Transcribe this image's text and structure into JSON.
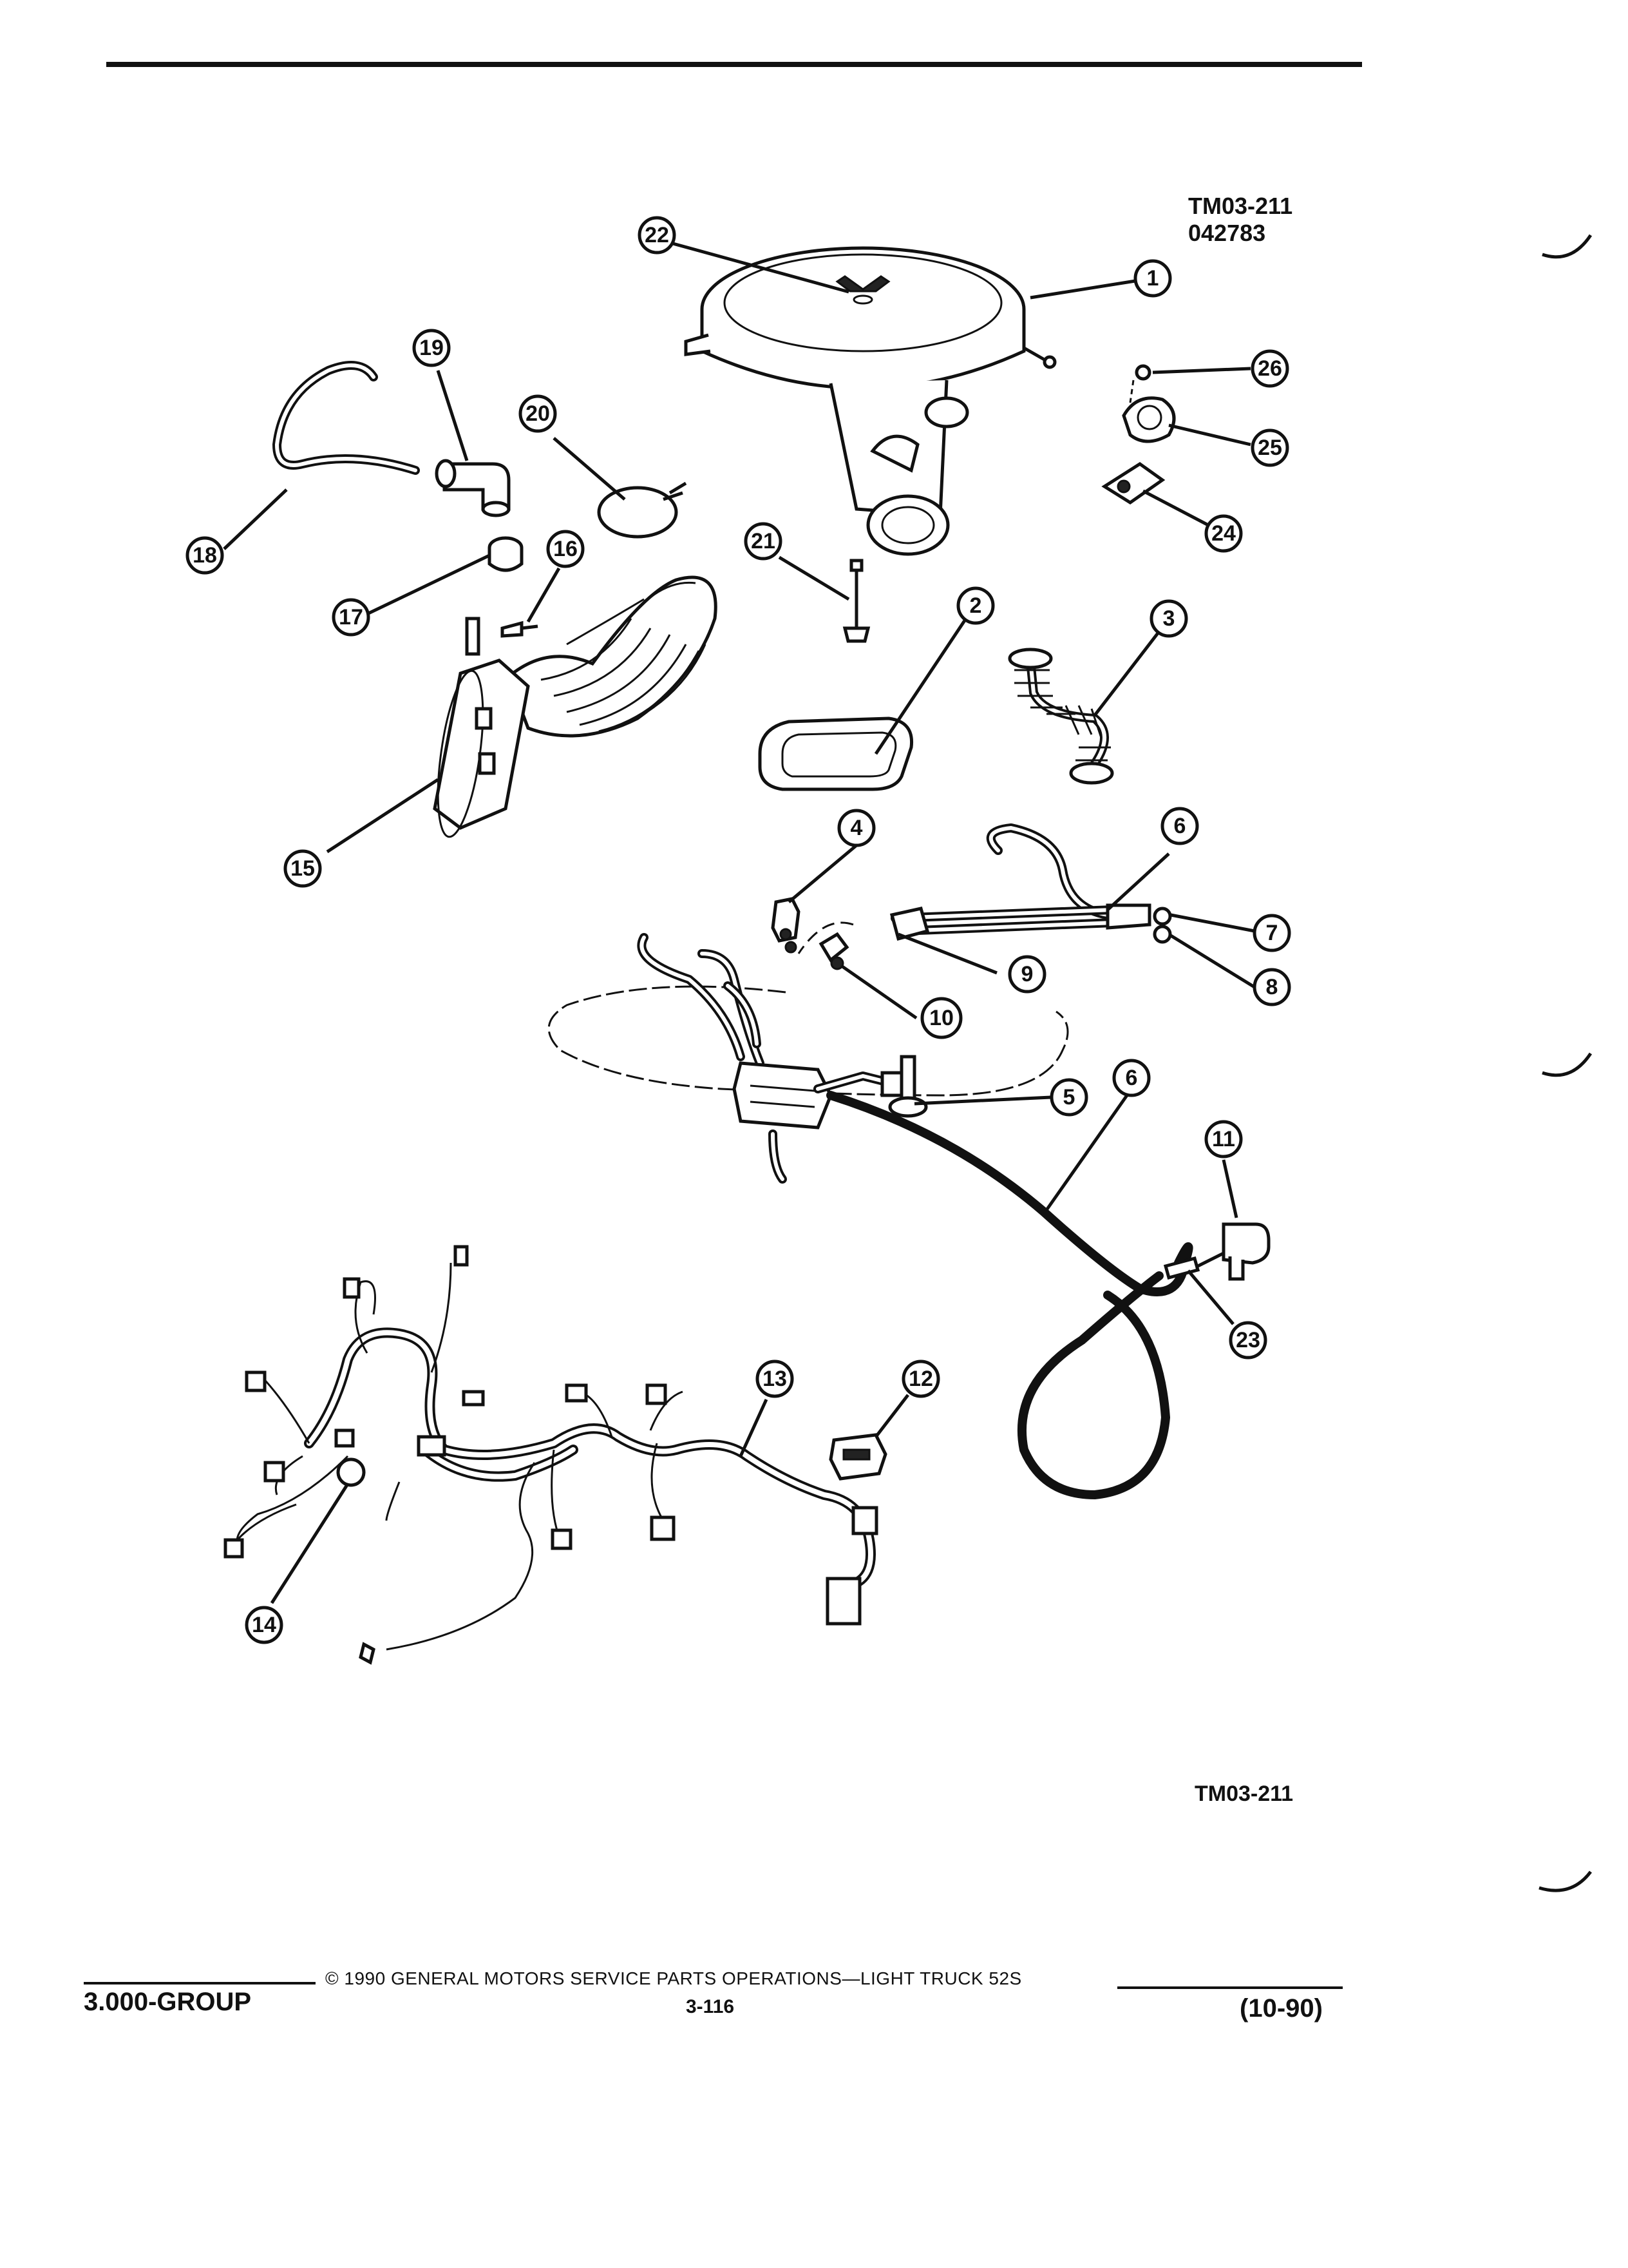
{
  "diagram": {
    "figure_code_top": "TM03-211",
    "figure_date_code": "042783",
    "figure_code_bottom": "TM03-211",
    "callouts": [
      "1",
      "2",
      "3",
      "4",
      "5",
      "6",
      "6",
      "7",
      "8",
      "9",
      "10",
      "11",
      "12",
      "13",
      "14",
      "15",
      "16",
      "17",
      "18",
      "19",
      "20",
      "21",
      "22",
      "23",
      "24",
      "25",
      "26"
    ]
  },
  "footer": {
    "group": "3.000-GROUP",
    "copyright": "© 1990 GENERAL MOTORS SERVICE PARTS OPERATIONS—LIGHT TRUCK 52S",
    "page_number": "3-116",
    "revision": "(10-90)"
  }
}
